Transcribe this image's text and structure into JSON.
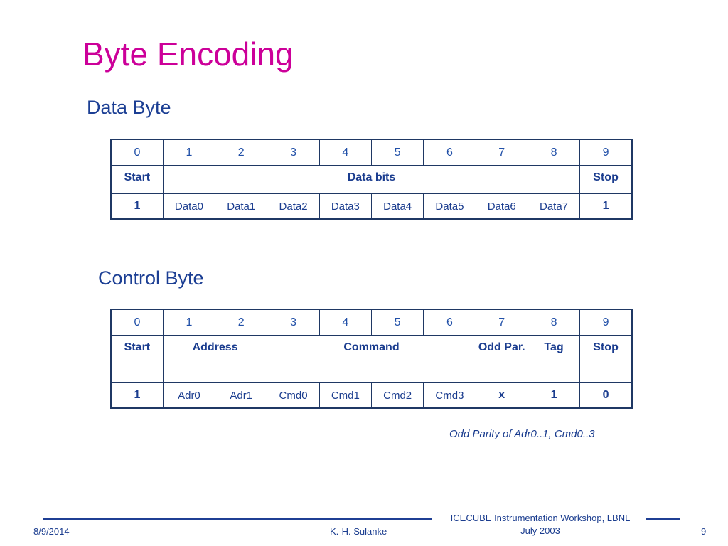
{
  "slide": {
    "title": "Byte Encoding",
    "note": "Odd Parity of Adr0..1, Cmd0..3",
    "colors": {
      "title": "#CC0099",
      "heading": "#1C3F94",
      "table_text": "#1B3D8F",
      "table_border": "#1F3864",
      "footer_rule": "#1F3F94"
    }
  },
  "data_byte": {
    "heading": "Data Byte",
    "index_row": [
      "0",
      "1",
      "2",
      "3",
      "4",
      "5",
      "6",
      "7",
      "8",
      "9"
    ],
    "label_row": [
      {
        "text": "Start",
        "span": 1
      },
      {
        "text": "Data bits",
        "span": 8
      },
      {
        "text": "Stop",
        "span": 1
      }
    ],
    "value_row": [
      {
        "text": "1",
        "bold": true
      },
      {
        "text": "Data0",
        "bold": false
      },
      {
        "text": "Data1",
        "bold": false
      },
      {
        "text": "Data2",
        "bold": false
      },
      {
        "text": "Data3",
        "bold": false
      },
      {
        "text": "Data4",
        "bold": false
      },
      {
        "text": "Data5",
        "bold": false
      },
      {
        "text": "Data6",
        "bold": false
      },
      {
        "text": "Data7",
        "bold": false
      },
      {
        "text": "1",
        "bold": true
      }
    ]
  },
  "control_byte": {
    "heading": "Control Byte",
    "index_row": [
      "0",
      "1",
      "2",
      "3",
      "4",
      "5",
      "6",
      "7",
      "8",
      "9"
    ],
    "label_row": [
      {
        "text": "Start",
        "span": 1
      },
      {
        "text": "Address",
        "span": 2
      },
      {
        "text": "Command",
        "span": 4
      },
      {
        "text": "Odd Par.",
        "span": 1
      },
      {
        "text": "Tag",
        "span": 1
      },
      {
        "text": "Stop",
        "span": 1
      }
    ],
    "value_row": [
      {
        "text": "1",
        "bold": true
      },
      {
        "text": "Adr0",
        "bold": false
      },
      {
        "text": "Adr1",
        "bold": false
      },
      {
        "text": "Cmd0",
        "bold": false
      },
      {
        "text": "Cmd1",
        "bold": false
      },
      {
        "text": "Cmd2",
        "bold": false
      },
      {
        "text": "Cmd3",
        "bold": false
      },
      {
        "text": "x",
        "bold": true
      },
      {
        "text": "1",
        "bold": true
      },
      {
        "text": "0",
        "bold": true
      }
    ]
  },
  "footer": {
    "date": "8/9/2014",
    "author": "K.-H. Sulanke",
    "event_line1": "ICECUBE Instrumentation Workshop, LBNL",
    "event_line2": "July 2003",
    "page_number": "9"
  }
}
